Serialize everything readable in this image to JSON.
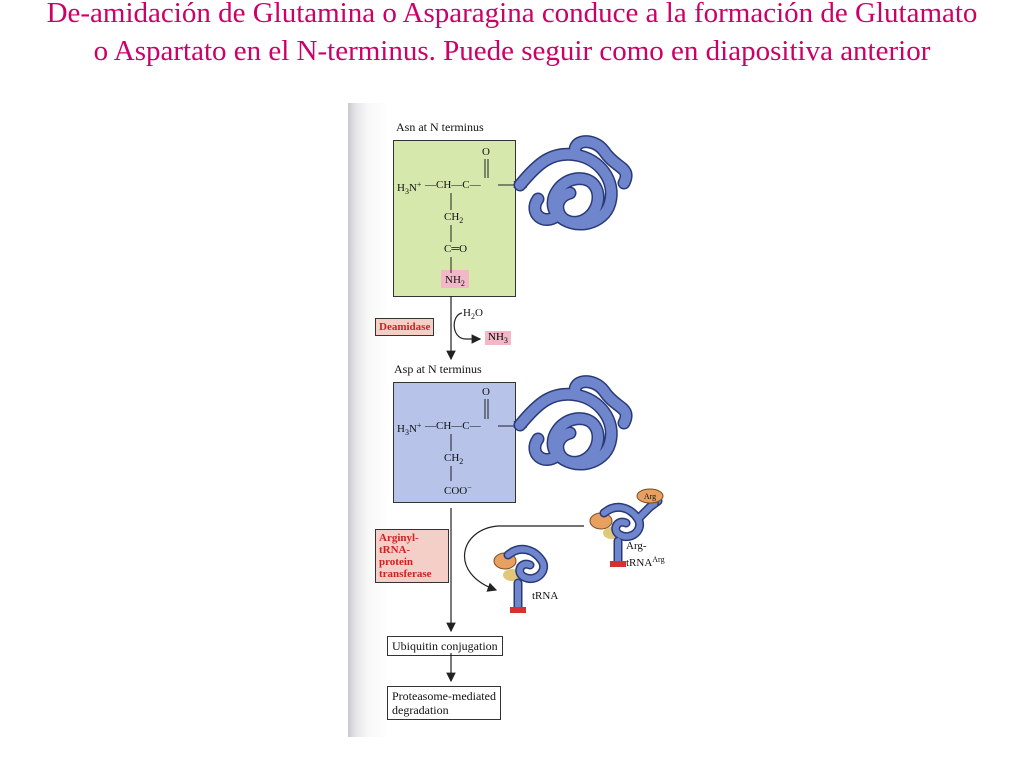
{
  "slide": {
    "title": "De-amidación de Glutamina o Asparagina conduce a la formación de Glutamato o Aspartato en el N-terminus. Puede seguir como en diapositiva anterior"
  },
  "figure": {
    "asn_label": "Asn at N terminus",
    "asp_label": "Asp at N terminus",
    "h3n": "H",
    "h3n_sub": "3",
    "h3n_rest": "N",
    "plus": "+",
    "ch": "—CH—C—",
    "o": "O",
    "nh": "NH",
    "ch2": "CH",
    "two": "2",
    "c_eq_o": "C═O",
    "nh2": "NH",
    "coo": "COO",
    "minus": "−",
    "h2o_h": "H",
    "h2o_o": "O",
    "nh3": "NH",
    "three": "3",
    "deamidase": "Deamidase",
    "transferase": [
      "Arginyl-",
      "tRNA-",
      "protein",
      "transferase"
    ],
    "arg": "Arg",
    "arg_trna_line1": "Arg-",
    "arg_trna_line2": "tRNA",
    "arg_sup": "Arg",
    "trna": "tRNA",
    "ubiquitin": "Ubiquitin conjugation",
    "proteasome_1": "Proteasome-mediated",
    "proteasome_2": "degradation",
    "colors": {
      "title": "#cc0066",
      "asn_box": "#d7e8ad",
      "asp_box": "#b7c3e8",
      "protein": "#6f86cc",
      "enzyme_text": "#d22020",
      "highlight": "#f2b8c8"
    }
  }
}
